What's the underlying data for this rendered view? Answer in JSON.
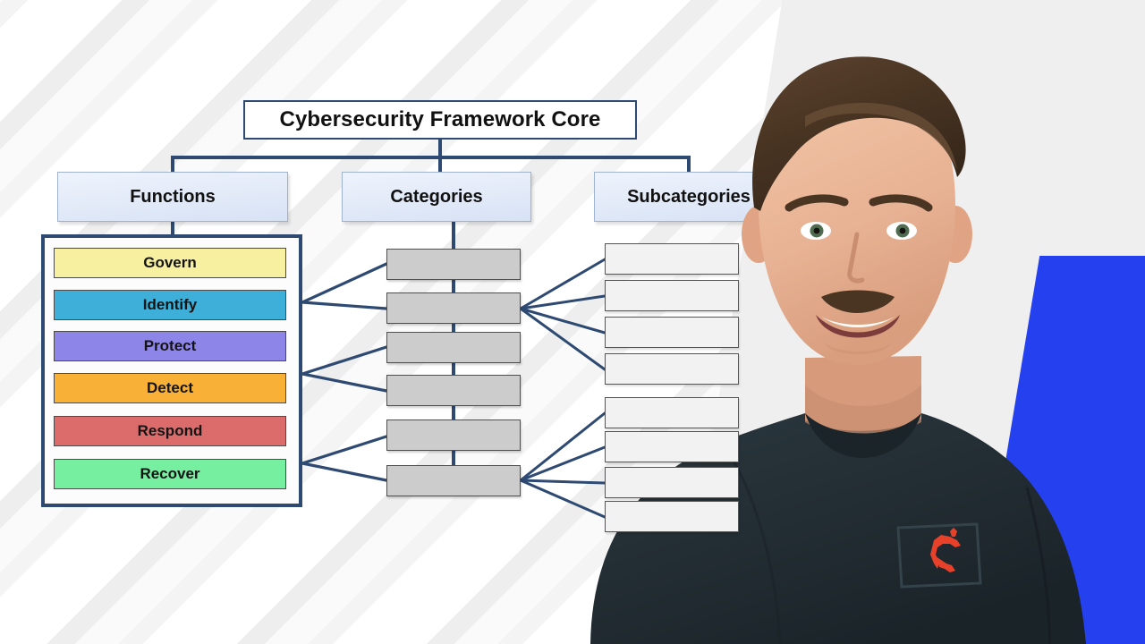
{
  "slide": {
    "title_box": "Cybersecurity Framework Core"
  },
  "columns": {
    "functions_header": "Functions",
    "categories_header": "Categories",
    "subcategories_header": "Subcategories"
  },
  "functions": [
    {
      "label": "Govern",
      "color": "#f7f0a0"
    },
    {
      "label": "Identify",
      "color": "#3dafd8"
    },
    {
      "label": "Protect",
      "color": "#8d85e8"
    },
    {
      "label": "Detect",
      "color": "#f8b037"
    },
    {
      "label": "Respond",
      "color": "#dc6b6b"
    },
    {
      "label": "Recover",
      "color": "#77efa1"
    }
  ],
  "categories": [
    {
      "label": ""
    },
    {
      "label": ""
    },
    {
      "label": ""
    },
    {
      "label": ""
    },
    {
      "label": ""
    },
    {
      "label": ""
    }
  ],
  "subcategories": [
    {
      "label": ""
    },
    {
      "label": ""
    },
    {
      "label": ""
    },
    {
      "label": ""
    },
    {
      "label": ""
    },
    {
      "label": ""
    },
    {
      "label": ""
    },
    {
      "label": ""
    }
  ],
  "colors": {
    "connector_line": "#2e4a72",
    "title_border": "#2e4a72",
    "header_fill": "#e4ecf9",
    "category_fill": "#cccccc",
    "subcategory_fill": "#f2f2f2",
    "accent_blue_shape": "#2440ef",
    "shirt": "#242f34",
    "logo_red": "#e8412a"
  },
  "presenter": {
    "shirt_logo": "polo-player-logo"
  }
}
